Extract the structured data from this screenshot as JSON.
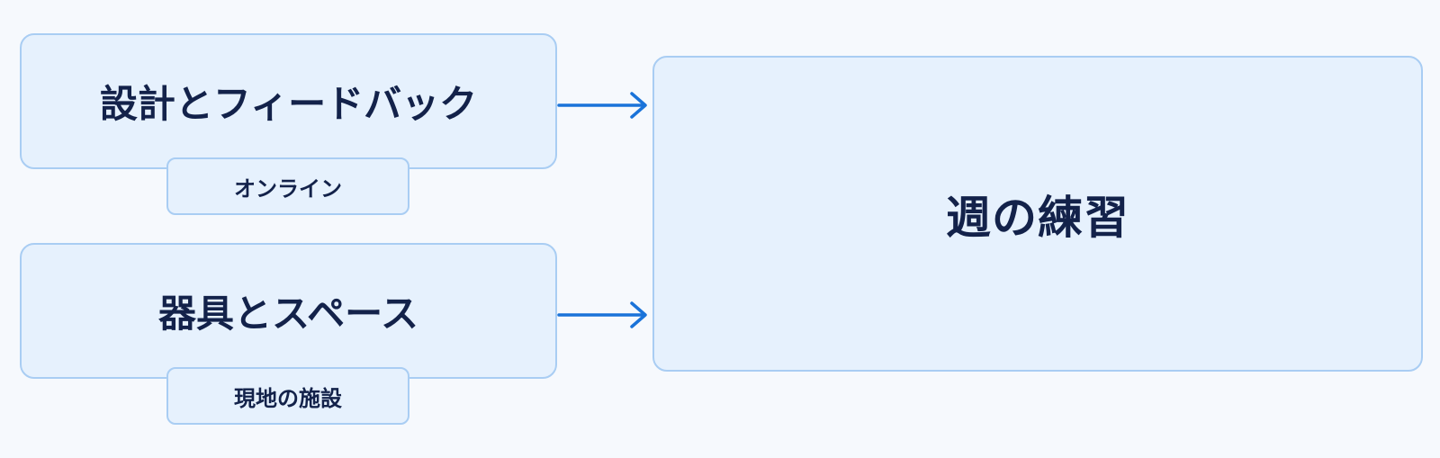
{
  "nodes": {
    "design": {
      "label": "設計とフィードバック",
      "tag": "オンライン"
    },
    "equipment": {
      "label": "器具とスペース",
      "tag": "現地の施設"
    },
    "practice": {
      "label": "週の練習"
    }
  },
  "edges": [
    {
      "from": "design",
      "to": "practice"
    },
    {
      "from": "equipment",
      "to": "practice"
    }
  ],
  "colors": {
    "box_fill": "#e6f1fd",
    "box_border": "#a9cdf3",
    "text": "#13224a",
    "arrow": "#1a73d9",
    "background": "#f6f9fd"
  }
}
